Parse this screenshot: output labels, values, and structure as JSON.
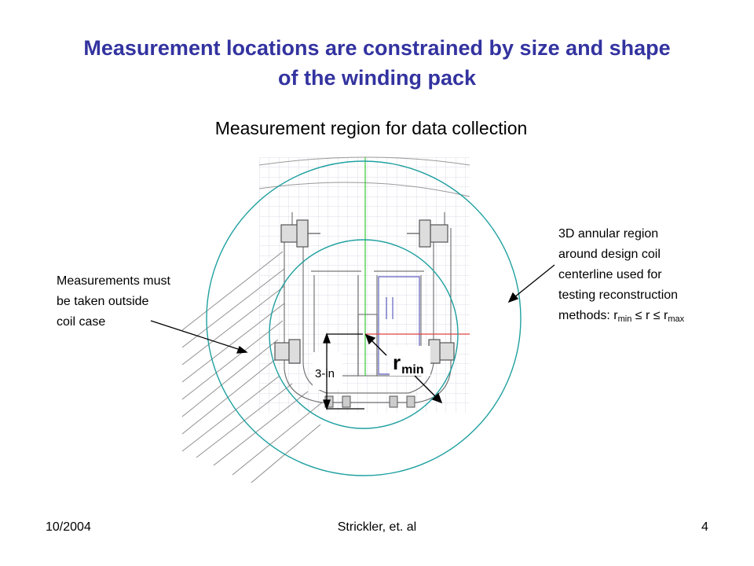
{
  "slide": {
    "title_line1": "Measurement locations are constrained by size and shape",
    "title_line2": "of the winding pack",
    "subtitle": "Measurement region for data collection"
  },
  "left_note": {
    "lines": [
      "Measurements must",
      "be taken outside",
      "coil case"
    ]
  },
  "right_note": {
    "lines": [
      "3D annular region",
      "around design coil",
      "centerline used for",
      "testing reconstruction"
    ],
    "last_prefix": "methods: r",
    "sub_min": "min",
    "mid": " ≤ r ≤ r",
    "sub_max": "max"
  },
  "diagram": {
    "rmin_main": "r",
    "rmin_sub": "min",
    "dimension_label": "3-in"
  },
  "footer": {
    "date": "10/2004",
    "author": "Strickler, et. al",
    "page": "4"
  },
  "colors": {
    "title": "#3333a0",
    "circle": "#20a0a0",
    "centerline_green": "#33cc33",
    "centerline_red": "#e04040",
    "grid": "#d4d4e4",
    "coil_blue": "#6060c0"
  }
}
